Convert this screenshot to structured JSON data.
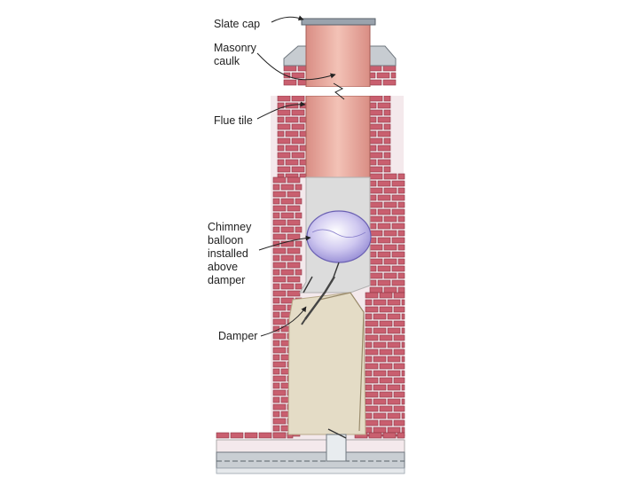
{
  "labels": {
    "slate_cap": "Slate cap",
    "masonry_caulk": "Masonry\ncaulk",
    "flue_tile": "Flue tile",
    "chimney_balloon": "Chimney\nballoon\ninstalled\nabove\ndamper",
    "damper": "Damper"
  },
  "colors": {
    "brick": "#c95f6f",
    "mortar": "#f4e9ec",
    "flue_tile": "#e8a89a",
    "slate_cap": "#9aa3ad",
    "smoke_chamber": "#dcdcdc",
    "firebox": "#e4dcc6",
    "balloon": "#b7b0e6",
    "hearth": "#c9ced3",
    "leader": "#222222"
  }
}
